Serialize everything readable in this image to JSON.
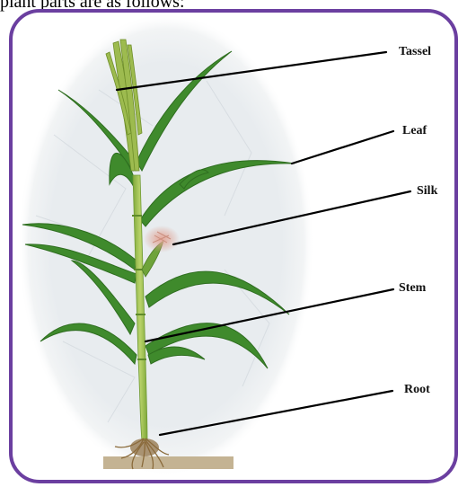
{
  "caption": "plant parts are as follows:",
  "labels": {
    "tassel": "Tassel",
    "leaf": "Leaf",
    "silk": "Silk",
    "stem": "Stem",
    "root": "Root"
  },
  "colors": {
    "frame": "#6b3fa0",
    "leaf_green": "#3f8a2c",
    "stem_green": "#9cbf4a",
    "silk": "#d99a8a",
    "root": "#8a6a3a"
  }
}
